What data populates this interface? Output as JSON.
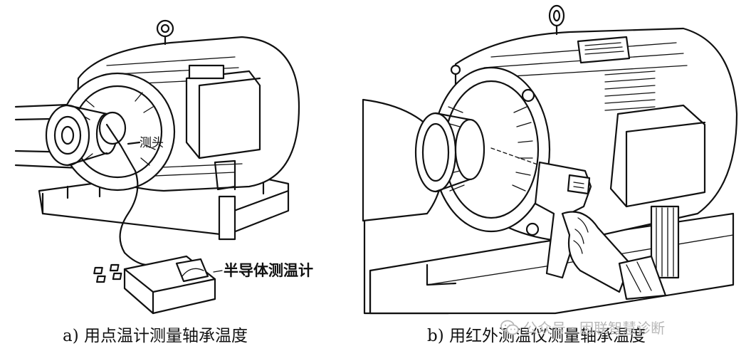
{
  "figure_a": {
    "caption": "a) 用点温计测量轴承温度",
    "probe_label": "测头",
    "thermometer_label": "半导体测温计"
  },
  "figure_b": {
    "caption": "b) 用红外测温仪测量轴承温度"
  },
  "watermark": {
    "text": "公众号 · 因联智慧诊断",
    "icon": "wechat-icon",
    "color": "#b8b8b8"
  }
}
